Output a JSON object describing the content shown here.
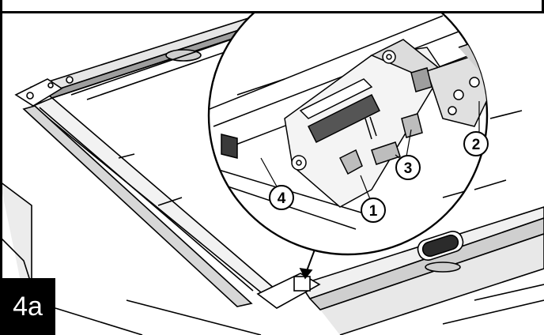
{
  "figure": {
    "step_label": "4a",
    "callouts": [
      {
        "id": "1",
        "label": "1"
      },
      {
        "id": "2",
        "label": "2"
      },
      {
        "id": "3",
        "label": "3"
      },
      {
        "id": "4",
        "label": "4"
      }
    ]
  },
  "colors": {
    "line": "#000000",
    "panel": "#ffffff",
    "shade": "#bdbdbd",
    "dark_shade": "#8a8a8a"
  }
}
